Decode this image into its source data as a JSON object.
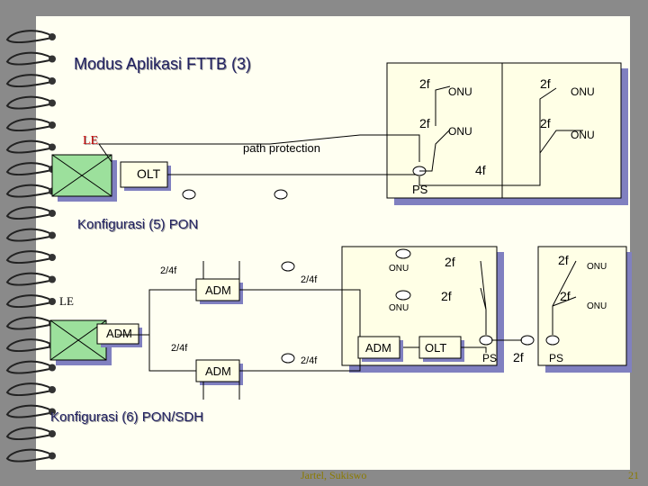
{
  "slide": {
    "title": "Modus Aplikasi FTTB (3)",
    "footer": "Jartel, Sukiswo",
    "page_number": "21"
  },
  "diagram1": {
    "le_label": "LE",
    "olt_label": "OLT",
    "path_label": "path protection",
    "ps_label": "PS",
    "fiber_4f": "4f",
    "fiber_2f": "2f",
    "onu_label": "ONU"
  },
  "diagram2": {
    "heading": "Konfigurasi (5) PON",
    "le_label": "LE",
    "adm_label": "ADM",
    "fiber_24f": "2/4f",
    "fiber_2f": "2f",
    "onu_label": "ONU",
    "olt_label": "OLT",
    "ps_label": "PS",
    "caption": "Konfigurasi (6) PON/SDH"
  },
  "colors": {
    "page": "#fffff2",
    "background": "#8a8a8a",
    "box_fill": "#ffffe6",
    "box_shadow": "#8080c0",
    "accent_red": "#c00000",
    "olt_fill": "#9ce09c"
  }
}
